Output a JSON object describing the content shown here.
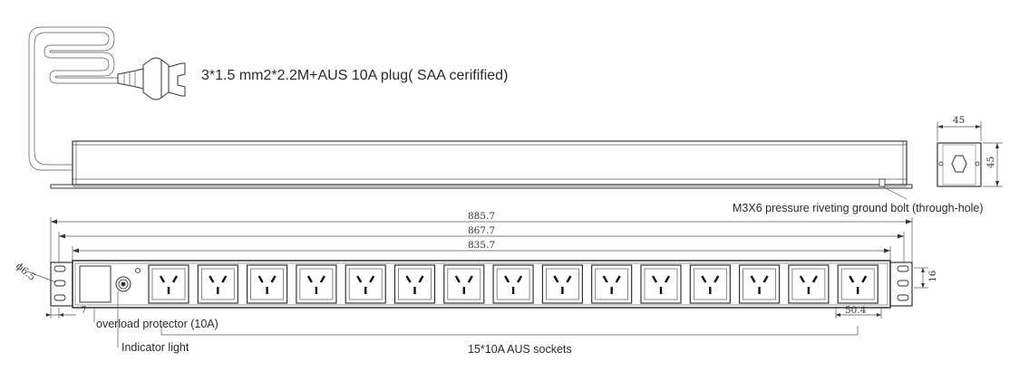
{
  "labels": {
    "cable_spec": "3*1.5 mm2*2.2M+AUS 10A plug( SAA cerifified)",
    "ground_bolt": "M3X6 pressure riveting ground bolt (through-hole)",
    "overload_protector": "overload protector  (10A)",
    "indicator_light": "Indicator light",
    "sockets": "15*10A AUS sockets"
  },
  "dimensions": {
    "overall": "885.7",
    "hole_pitch": "867.7",
    "body": "835.7",
    "hole_dia": "ϕ6.5",
    "edge_offset": "7",
    "socket_pitch": "50.4",
    "height": "16",
    "end_width": "45",
    "end_height": "45"
  },
  "socket_count": 15
}
